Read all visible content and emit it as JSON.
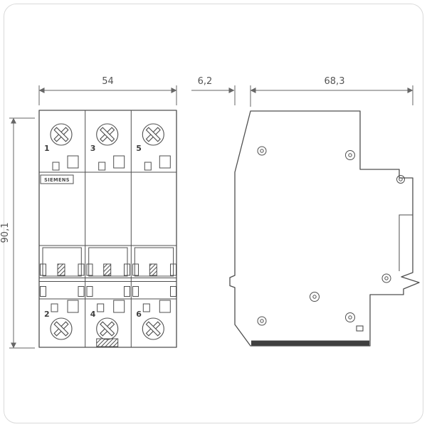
{
  "front": {
    "width_dim": "54",
    "height_dim": "90,1",
    "brand": "SIEMENS",
    "terminals_top": [
      "1",
      "3",
      "5"
    ],
    "terminals_bottom": [
      "2",
      "4",
      "6"
    ]
  },
  "side": {
    "front_depth_dim": "6,2",
    "body_depth_dim": "68,3"
  },
  "symbols": {
    "terminal_screw": "pozidriv-screw-head",
    "rivet": "pin-circle",
    "din_clip": "din-rail-clip"
  },
  "colors": {
    "line": "#4f4f4f",
    "dimension": "#666666",
    "text": "#555555",
    "dark_fill": "#3f3f3f",
    "background": "#ffffff",
    "frame": "#dadada"
  }
}
